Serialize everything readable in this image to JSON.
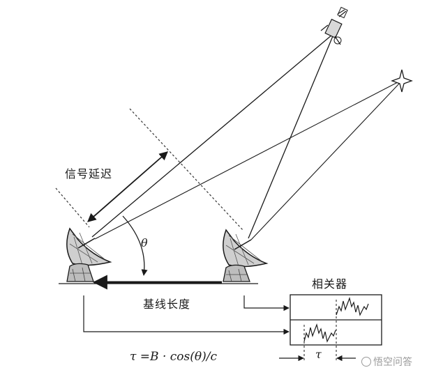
{
  "labels": {
    "signal_delay": "信号延迟",
    "theta": "θ",
    "baseline_length": "基线长度",
    "correlator": "相关器",
    "tau": "τ",
    "formula": "τ =B · cos(θ)/c"
  },
  "watermark": {
    "text": "悟空问答",
    "icon": "wukong-logo-icon"
  },
  "colors": {
    "ink": "#1a1a1a",
    "watermark": "#9a9a9a",
    "background": "#ffffff"
  }
}
